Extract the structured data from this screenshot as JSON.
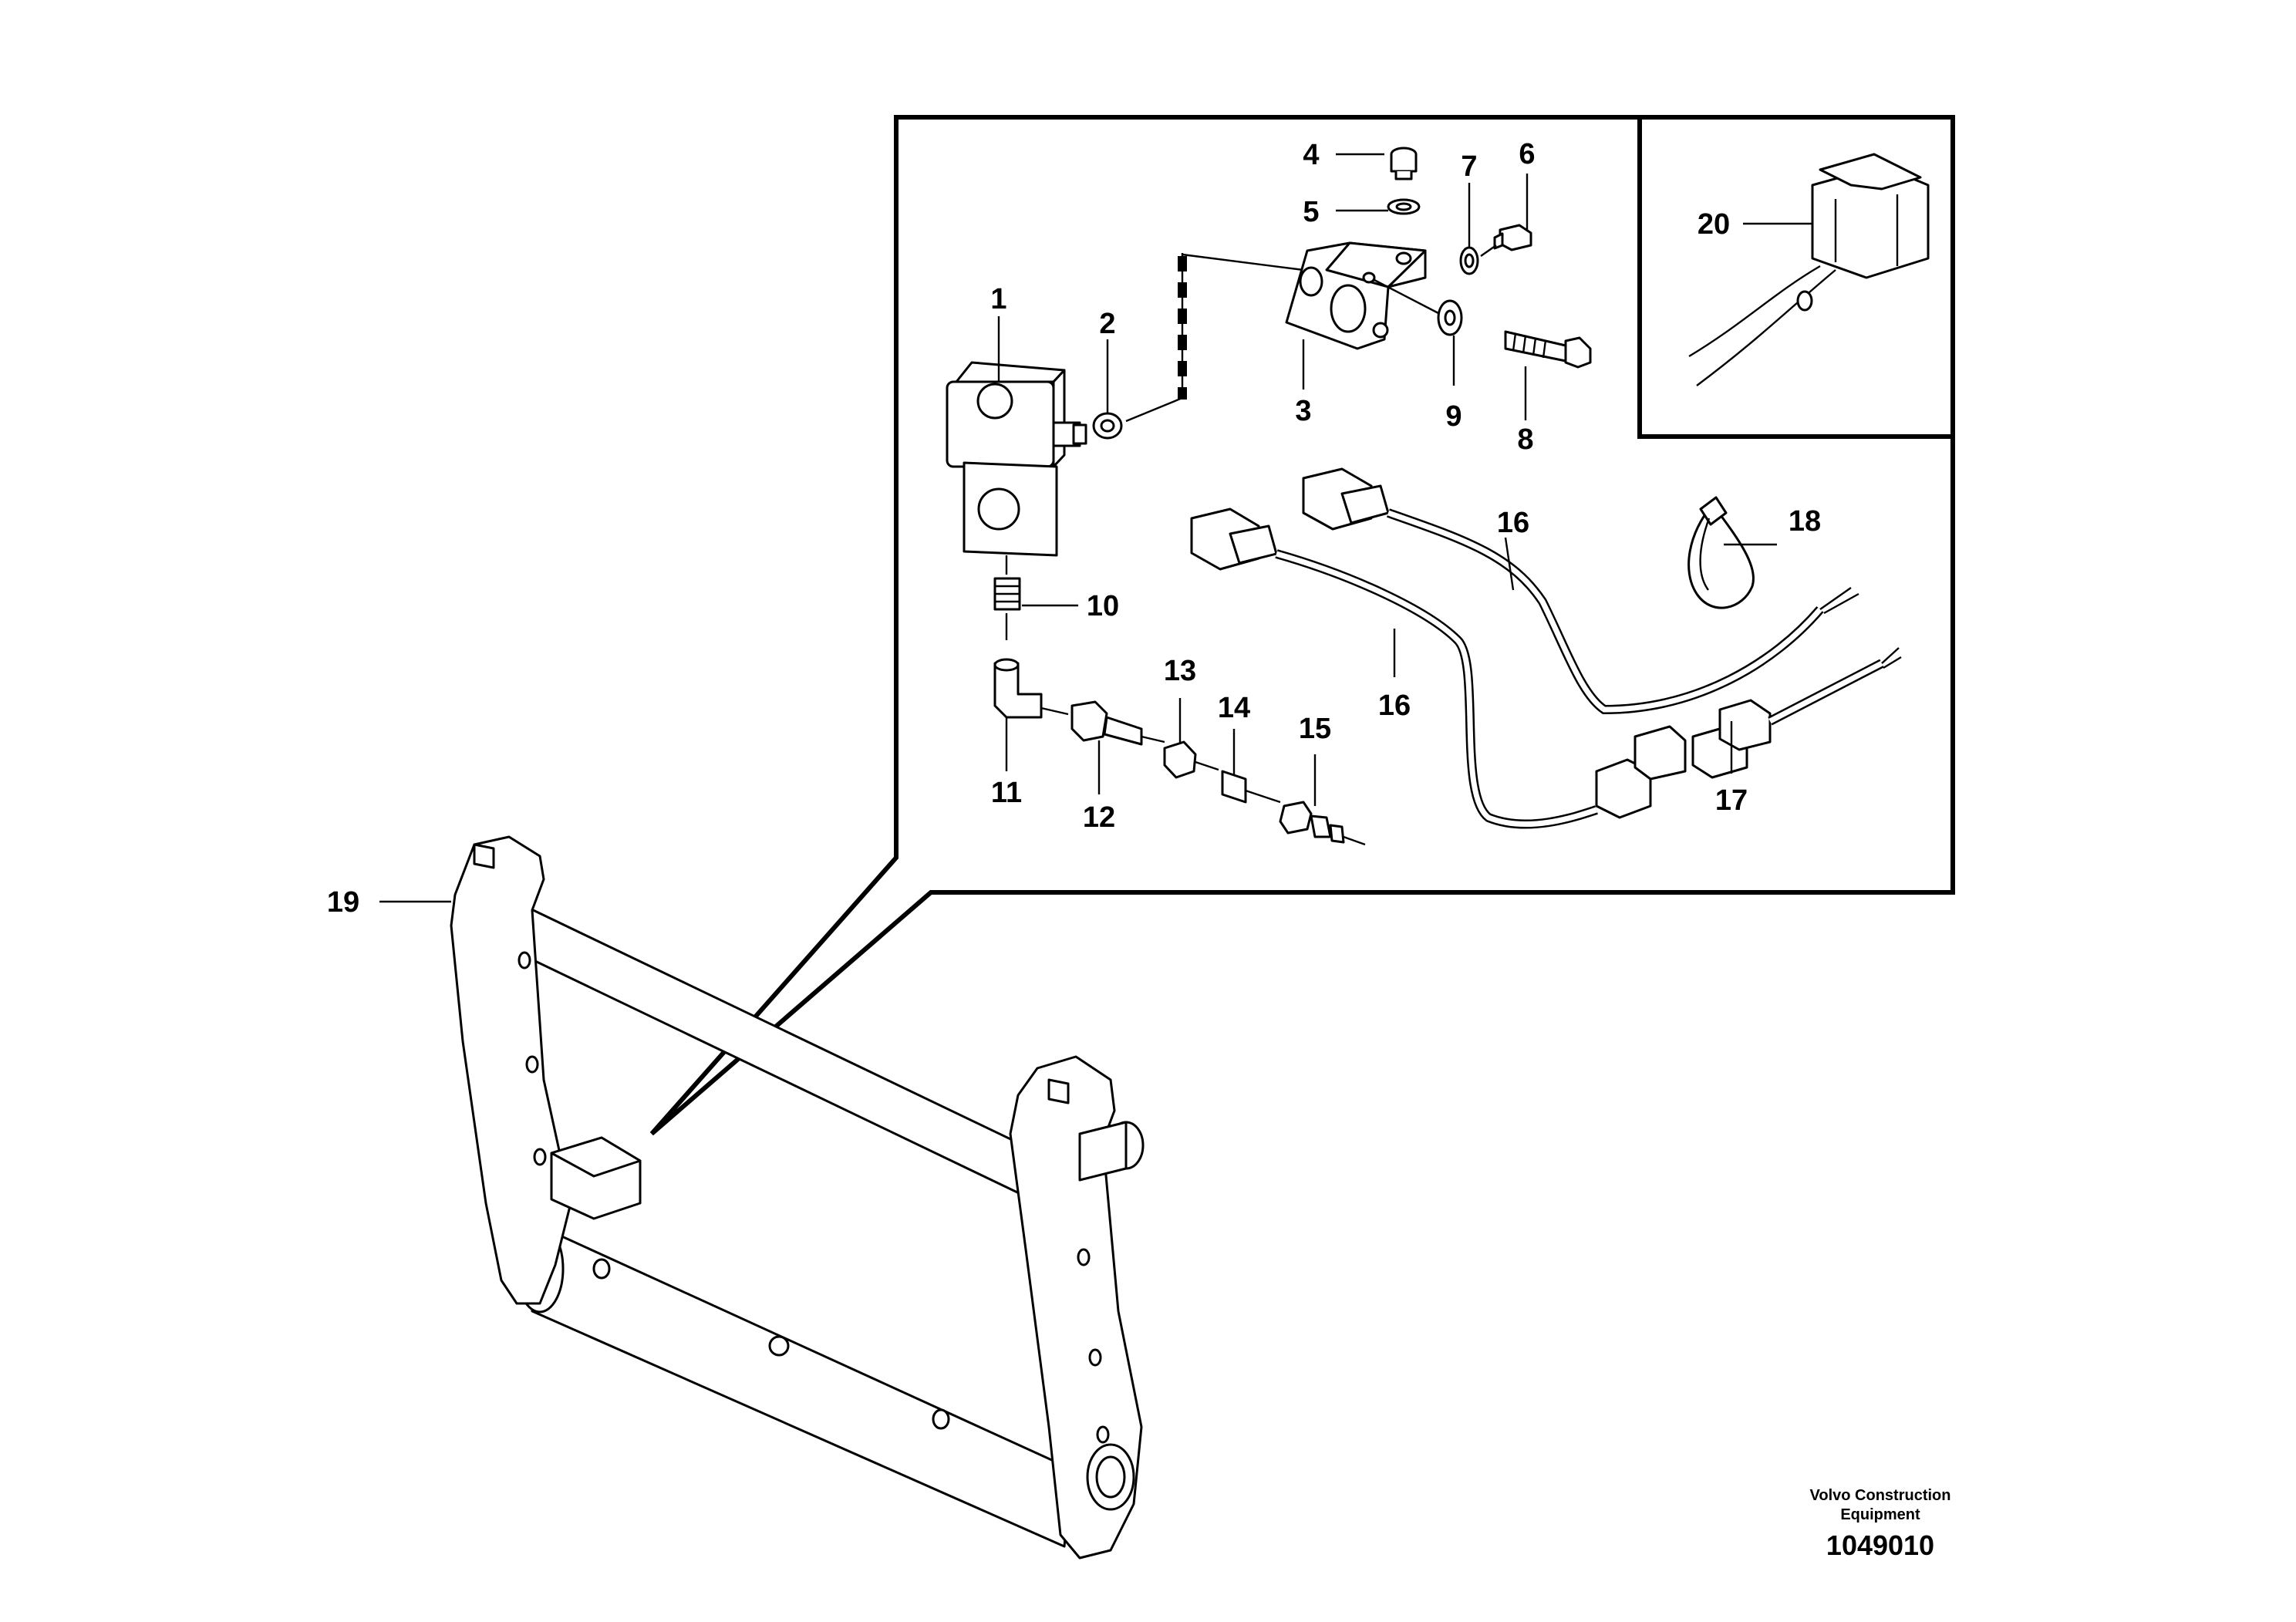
{
  "diagram": {
    "callouts": [
      "1",
      "2",
      "3",
      "4",
      "5",
      "6",
      "7",
      "8",
      "9",
      "10",
      "11",
      "12",
      "13",
      "14",
      "15",
      "16",
      "16",
      "17",
      "18",
      "19",
      "20"
    ],
    "credit_line1": "Volvo Construction",
    "credit_line2": "Equipment",
    "document_number": "1049010"
  }
}
